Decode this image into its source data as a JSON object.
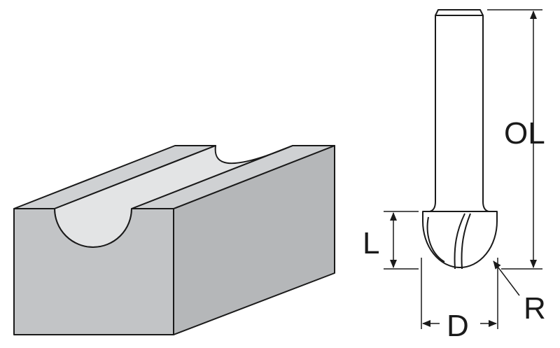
{
  "labels": {
    "overall_length": "OL",
    "cutting_length": "L",
    "radius": "R",
    "diameter": "D"
  },
  "colors": {
    "block_front": "#c2c4c6",
    "block_top": "#cfd1d3",
    "block_side": "#b5b7b9",
    "groove_surface": "#e3e4e5",
    "outline": "#1a1a1a",
    "bit_fill": "#ffffff"
  }
}
